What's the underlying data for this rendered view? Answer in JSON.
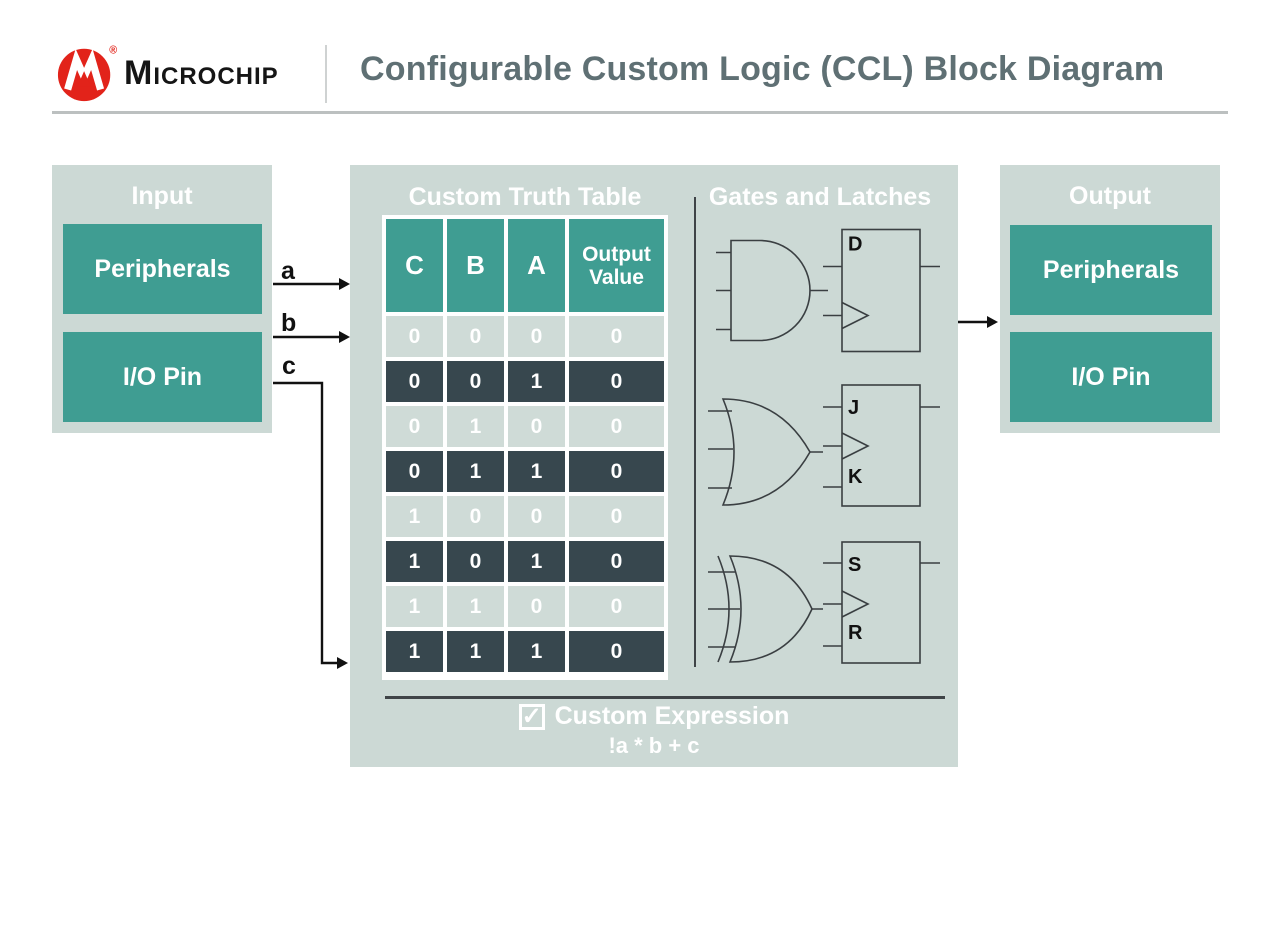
{
  "header": {
    "brand": "Microchip",
    "registered_mark": "®",
    "title": "Configurable Custom Logic (CCL) Block Diagram"
  },
  "input_panel": {
    "title": "Input",
    "boxes": [
      "Peripherals",
      "I/O Pin"
    ]
  },
  "signal_labels": {
    "a": "a",
    "b": "b",
    "c": "c"
  },
  "truth_table": {
    "title": "Custom Truth Table",
    "columns": [
      "C",
      "B",
      "A",
      "Output Value"
    ],
    "rows": [
      [
        "0",
        "0",
        "0",
        "0"
      ],
      [
        "0",
        "0",
        "1",
        "0"
      ],
      [
        "0",
        "1",
        "0",
        "0"
      ],
      [
        "0",
        "1",
        "1",
        "0"
      ],
      [
        "1",
        "0",
        "0",
        "0"
      ],
      [
        "1",
        "0",
        "1",
        "0"
      ],
      [
        "1",
        "1",
        "0",
        "0"
      ],
      [
        "1",
        "1",
        "1",
        "0"
      ]
    ]
  },
  "gates_section": {
    "title": "Gates and Latches",
    "latches": [
      {
        "gate": "and-gate",
        "labels": [
          "D"
        ]
      },
      {
        "gate": "or-gate",
        "labels": [
          "J",
          "K"
        ]
      },
      {
        "gate": "xor-gate",
        "labels": [
          "S",
          "R"
        ]
      }
    ]
  },
  "custom_expression": {
    "checked": true,
    "check_glyph": "✓",
    "label": "Custom Expression",
    "expression": "!a * b + c"
  },
  "output_panel": {
    "title": "Output",
    "boxes": [
      "Peripherals",
      "I/O Pin"
    ]
  },
  "colors": {
    "teal": "#3f9d92",
    "panel_bg": "#ccd9d5",
    "dark_row": "#37474e",
    "light_row": "#cfdbd7",
    "brand_red": "#e2231a",
    "title_gray": "#5f7074"
  }
}
